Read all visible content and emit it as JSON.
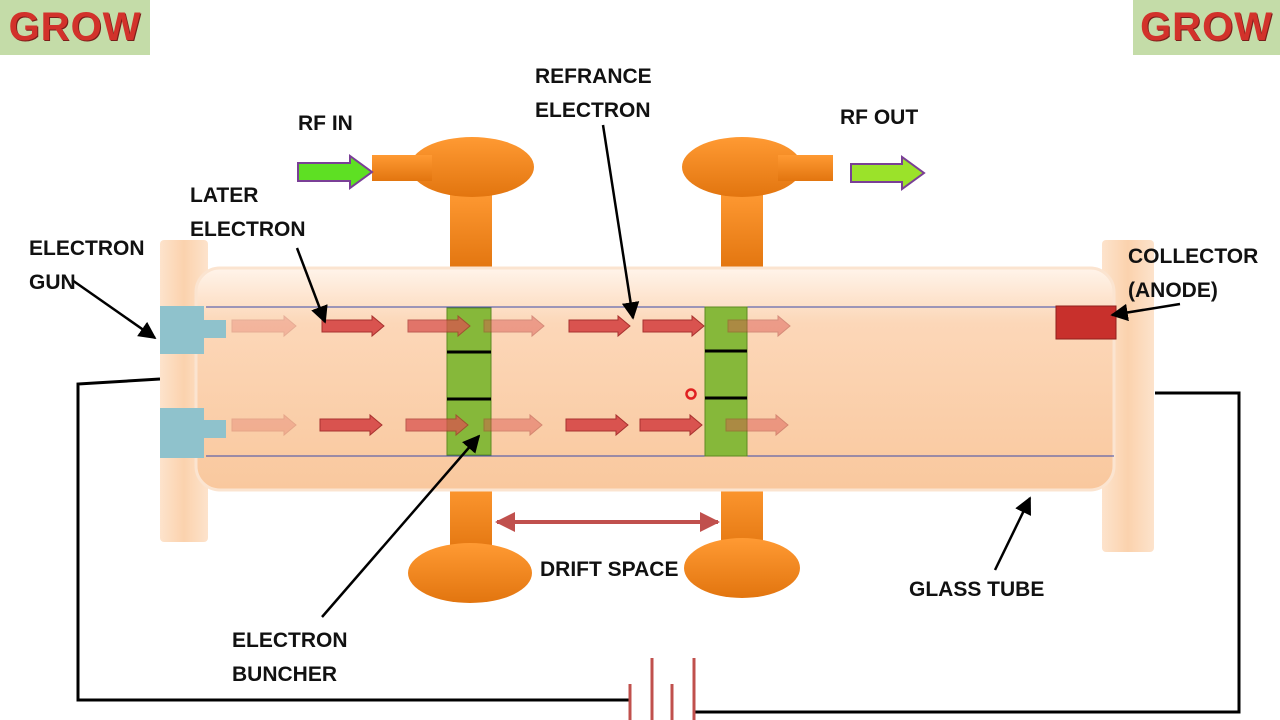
{
  "brand": {
    "left": "GROW",
    "right": "GROW"
  },
  "labels": {
    "rf_in": "RF IN",
    "rf_out": "RF OUT",
    "refrance_electron": [
      "REFRANCE",
      "ELECTRON"
    ],
    "later_electron": [
      "LATER",
      "ELECTRON"
    ],
    "electron_gun": [
      "ELECTRON",
      "GUN"
    ],
    "collector": [
      "COLLECTOR",
      "(ANODE)"
    ],
    "drift_space": "DRIFT SPACE",
    "electron_buncher": [
      "ELECTRON",
      "BUNCHER"
    ],
    "glass_tube": "GLASS TUBE"
  },
  "colors": {
    "tube_fill": "#fcd7b8",
    "cavity": "#f0861f",
    "buncher_grid": "#86b83a",
    "collector": "#c8302c",
    "gun": "#8fc2cc",
    "electron_arrow": "#d9534f",
    "rf_arrow": "#5ee023",
    "drift_arrow": "#c0504d"
  }
}
